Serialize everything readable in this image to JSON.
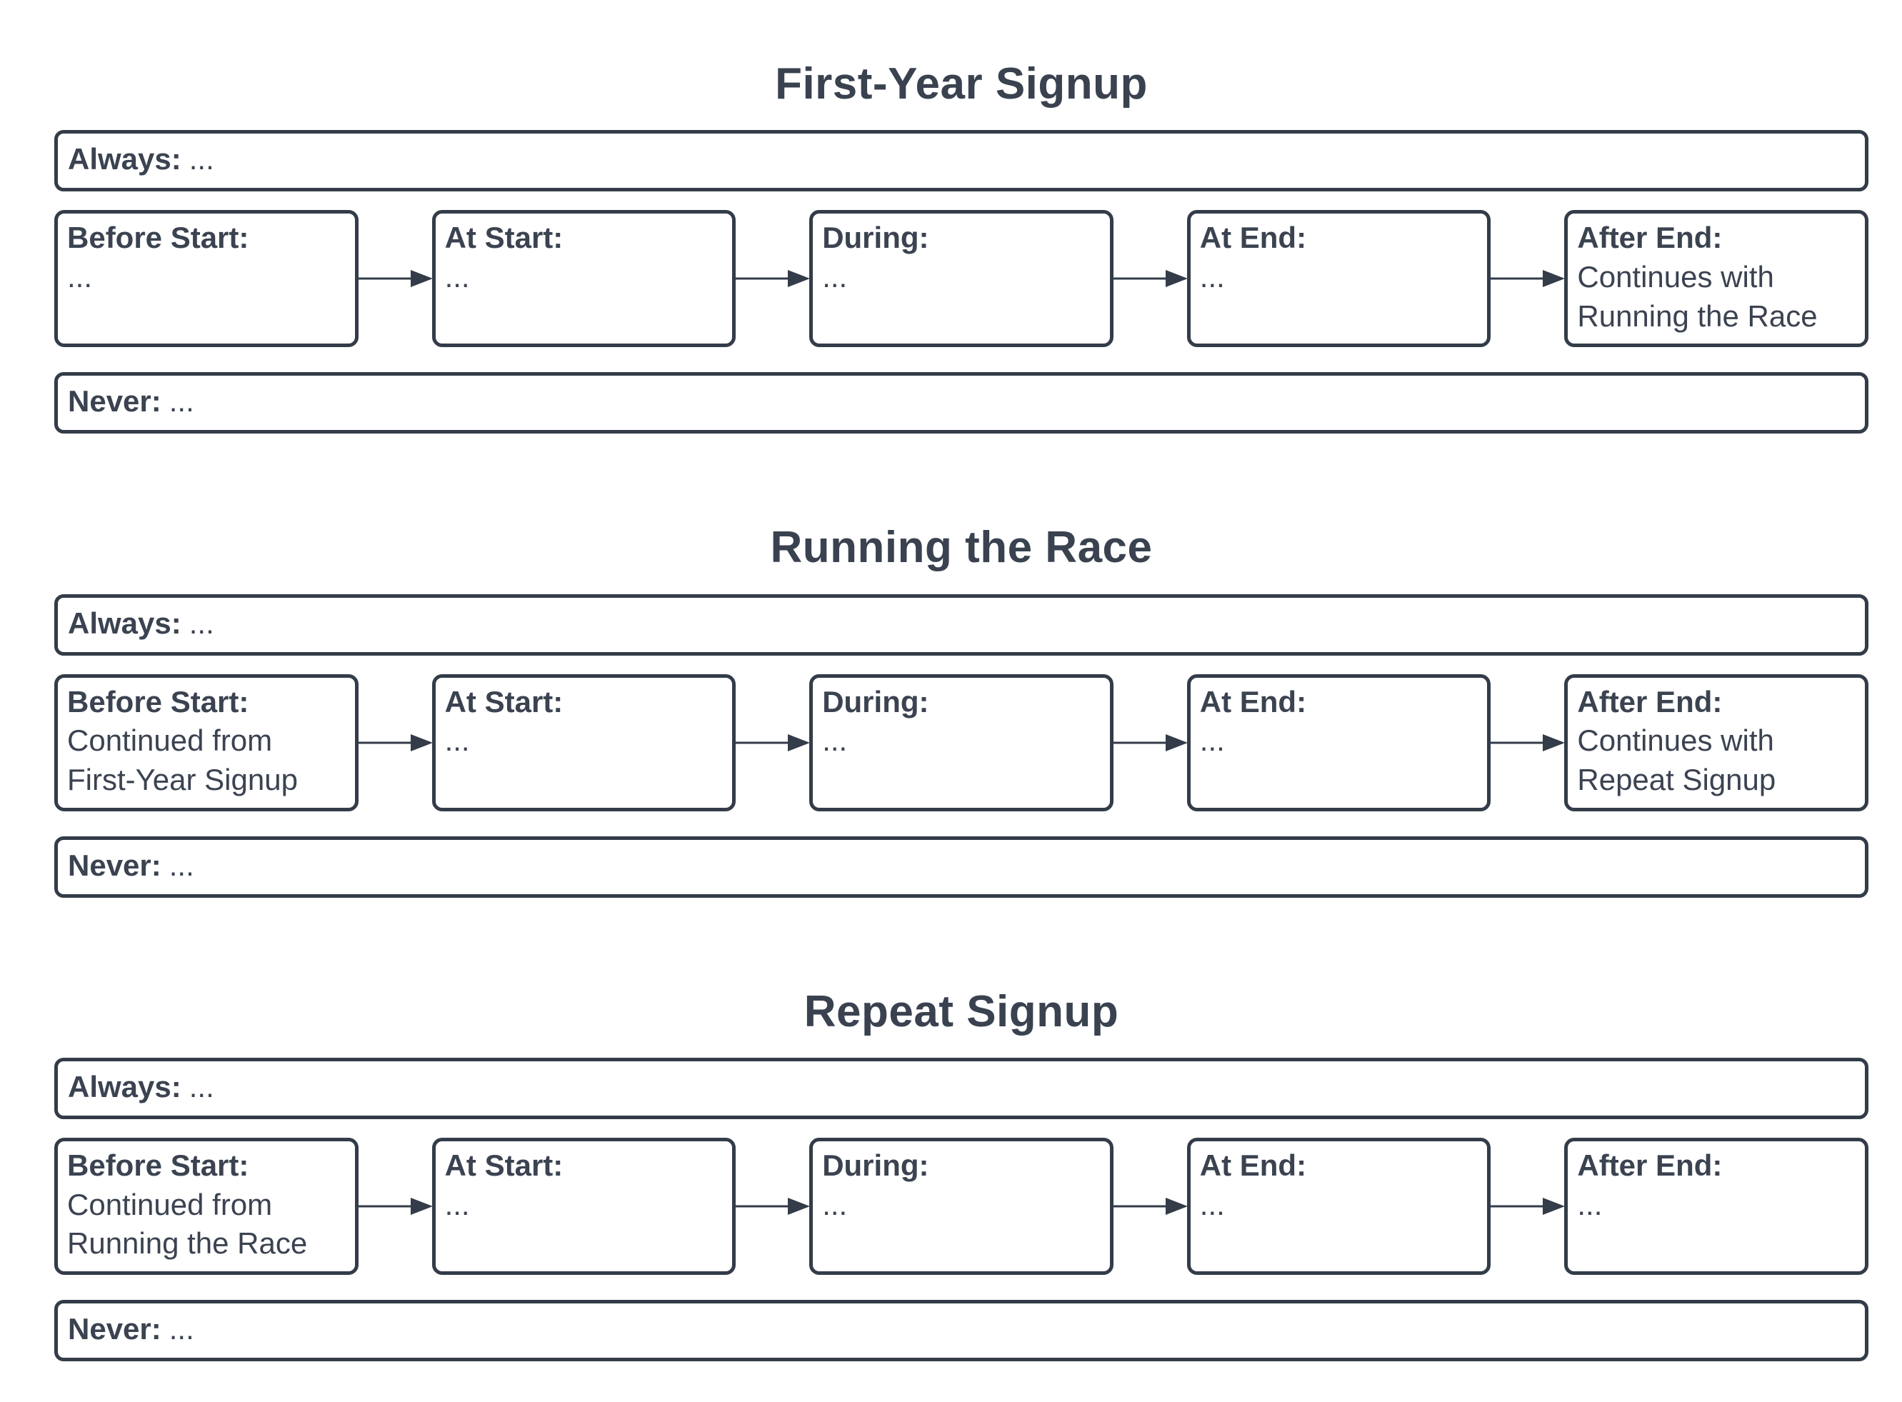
{
  "colors": {
    "ink": "#3b4351",
    "border": "#333c48",
    "background": "#ffffff"
  },
  "sections": [
    {
      "title": "First-Year Signup",
      "always": {
        "label": "Always:",
        "value": "..."
      },
      "never": {
        "label": "Never:",
        "value": "..."
      },
      "boxes": [
        {
          "label": "Before Start:",
          "body": "..."
        },
        {
          "label": "At Start:",
          "body": "..."
        },
        {
          "label": "During:",
          "body": "..."
        },
        {
          "label": "At End:",
          "body": "..."
        },
        {
          "label": "After End:",
          "body": "Continues with Running the Race"
        }
      ]
    },
    {
      "title": "Running the Race",
      "always": {
        "label": "Always:",
        "value": "..."
      },
      "never": {
        "label": "Never:",
        "value": "..."
      },
      "boxes": [
        {
          "label": "Before Start:",
          "body": "Continued from First-Year Signup"
        },
        {
          "label": "At Start:",
          "body": "..."
        },
        {
          "label": "During:",
          "body": "..."
        },
        {
          "label": "At End:",
          "body": "..."
        },
        {
          "label": "After End:",
          "body": "Continues with Repeat Signup"
        }
      ]
    },
    {
      "title": "Repeat Signup",
      "always": {
        "label": "Always:",
        "value": "..."
      },
      "never": {
        "label": "Never:",
        "value": "..."
      },
      "boxes": [
        {
          "label": "Before Start:",
          "body": "Continued from Running the Race"
        },
        {
          "label": "At Start:",
          "body": "..."
        },
        {
          "label": "During:",
          "body": "..."
        },
        {
          "label": "At End:",
          "body": "..."
        },
        {
          "label": "After End:",
          "body": "..."
        }
      ]
    }
  ]
}
